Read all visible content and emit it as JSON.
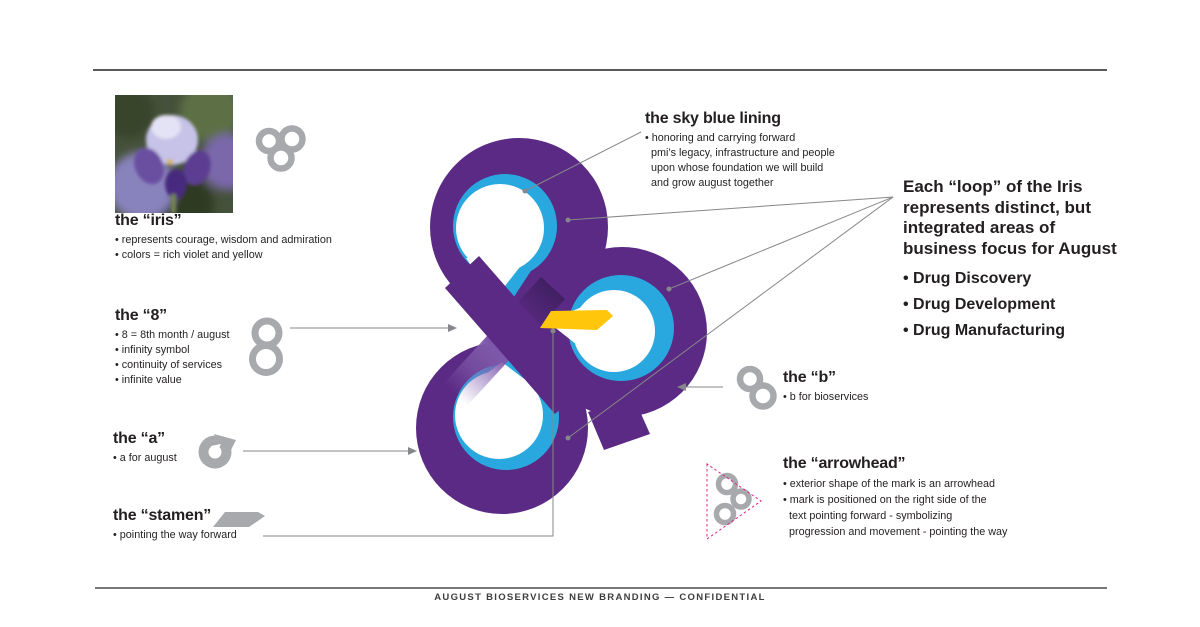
{
  "colors": {
    "purple": "#5b2a84",
    "sky_blue": "#29a8e0",
    "yellow": "#ffc60b",
    "gray_mark": "#a7a9ac",
    "line_gray": "#85878a",
    "pink": "#e0218a",
    "text_dark": "#231f20",
    "rule_dark": "#58595b"
  },
  "icons": {
    "iris_photo": "purple iris flower photograph",
    "iris_mark": "gray trefoil loop mark",
    "eight_mark": "gray figure-eight loop mark",
    "a_mark": "gray droplet a mark",
    "b_mark": "gray double-loop b mark",
    "arrowhead_mark": "gray loop mark inside dotted arrowhead triangle",
    "stamen_mark": "gray parallelogram stamen shape",
    "logo": "august iris infinity mark with sky blue lining and yellow stamen"
  },
  "sections": {
    "iris": {
      "title": "the “iris”",
      "bullets": [
        "• represents courage, wisdom and admiration",
        "• colors = rich violet and yellow"
      ]
    },
    "eight": {
      "title": "the “8”",
      "bullets": [
        "• 8 = 8th month / august",
        "• infinity symbol",
        "• continuity of services",
        "• infinite value"
      ]
    },
    "a": {
      "title": "the “a”",
      "bullets": [
        "• a for august"
      ]
    },
    "stamen": {
      "title": "the “stamen”",
      "bullets": [
        "• pointing the way forward"
      ]
    },
    "sky_blue_lining": {
      "title": "the sky blue lining",
      "lines": [
        "• honoring and carrying forward",
        "pmi’s legacy, infrastructure and people",
        "upon whose foundation we will build",
        "and grow august together"
      ]
    },
    "loops": {
      "lines": [
        "Each “loop” of the Iris",
        "represents distinct, but",
        "integrated areas of",
        "business focus for August"
      ],
      "bullets": [
        "• Drug Discovery",
        "• Drug Development",
        "• Drug Manufacturing"
      ]
    },
    "b": {
      "title": "the “b”",
      "bullets": [
        "• b for bioservices"
      ]
    },
    "arrowhead": {
      "title": "the “arrowhead”",
      "lines": [
        "• exterior shape of the mark is an arrowhead",
        "• mark is positioned on the right side of the",
        "text pointing forward - symbolizing",
        "progression and movement - pointing the way"
      ]
    }
  },
  "footer": {
    "text": "AUGUST BIOSERVICES NEW BRANDING — CONFIDENTIAL"
  }
}
